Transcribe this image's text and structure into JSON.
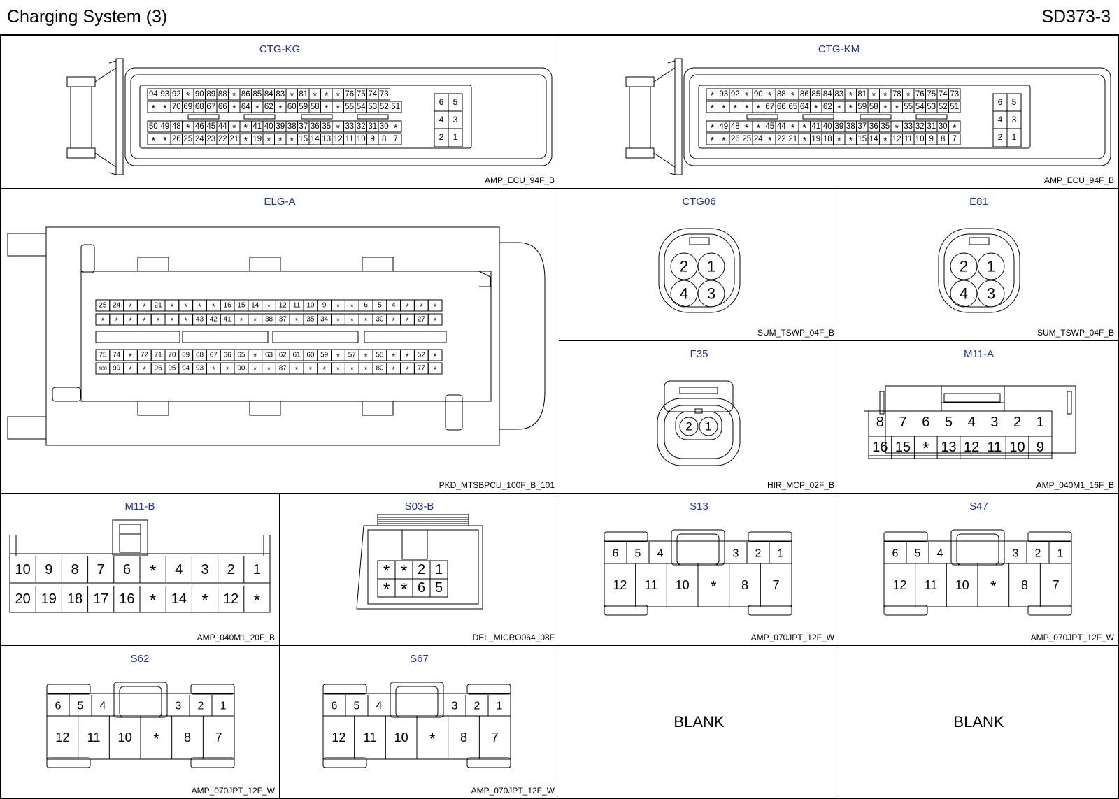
{
  "header": {
    "title": "Charging System (3)",
    "page": "SD373-3"
  },
  "panels": {
    "ctg_kg": {
      "name": "CTG-KG",
      "code": "AMP_ECU_94F_B",
      "rows": [
        [
          "94",
          "93",
          "92",
          "*",
          "90",
          "89",
          "88",
          "*",
          "86",
          "85",
          "84",
          "83",
          "*",
          "81",
          "*",
          "*",
          "*",
          "76",
          "75",
          "74",
          "73"
        ],
        [
          "*",
          "*",
          "70",
          "69",
          "68",
          "67",
          "66",
          "*",
          "64",
          "*",
          "62",
          "*",
          "60",
          "59",
          "58",
          "*",
          "*",
          "55",
          "54",
          "53",
          "52",
          "51"
        ],
        [
          "50",
          "49",
          "48",
          "*",
          "46",
          "45",
          "44",
          "*",
          "*",
          "41",
          "40",
          "39",
          "38",
          "37",
          "36",
          "35",
          "*",
          "33",
          "32",
          "31",
          "30",
          "*"
        ],
        [
          "*",
          "*",
          "26",
          "25",
          "24",
          "23",
          "22",
          "21",
          "*",
          "19",
          "*",
          "*",
          "*",
          "15",
          "14",
          "13",
          "12",
          "11",
          "10",
          "9",
          "8",
          "7"
        ]
      ],
      "side": [
        "6",
        "5",
        "4",
        "3",
        "2",
        "1"
      ]
    },
    "ctg_km": {
      "name": "CTG-KM",
      "code": "AMP_ECU_94F_B",
      "rows": [
        [
          "*",
          "93",
          "92",
          "*",
          "90",
          "*",
          "88",
          "*",
          "86",
          "85",
          "84",
          "83",
          "*",
          "81",
          "*",
          "*",
          "78",
          "*",
          "76",
          "75",
          "74",
          "73"
        ],
        [
          "*",
          "*",
          "*",
          "*",
          "*",
          "67",
          "66",
          "65",
          "64",
          "*",
          "62",
          "*",
          "*",
          "59",
          "58",
          "*",
          "*",
          "55",
          "54",
          "53",
          "52",
          "51"
        ],
        [
          "*",
          "49",
          "48",
          "*",
          "*",
          "45",
          "44",
          "*",
          "*",
          "41",
          "40",
          "39",
          "38",
          "37",
          "36",
          "35",
          "*",
          "33",
          "32",
          "31",
          "30",
          "*"
        ],
        [
          "*",
          "*",
          "26",
          "25",
          "24",
          "*",
          "22",
          "21",
          "*",
          "19",
          "18",
          "*",
          "*",
          "15",
          "14",
          "*",
          "12",
          "11",
          "10",
          "9",
          "8",
          "7"
        ]
      ],
      "side": [
        "6",
        "5",
        "4",
        "3",
        "2",
        "1"
      ]
    },
    "elg_a": {
      "name": "ELG-A",
      "code": "PKD_MTSBPCU_100F_B_101",
      "rows": [
        [
          "25",
          "24",
          "*",
          "*",
          "21",
          "*",
          "*",
          "*",
          "*",
          "16",
          "15",
          "14",
          "*",
          "12",
          "11",
          "10",
          "9",
          "*",
          "*",
          "6",
          "5",
          "4",
          "*",
          "*",
          "*"
        ],
        [
          "*",
          "*",
          "*",
          "*",
          "*",
          "*",
          "*",
          "43",
          "42",
          "41",
          "*",
          "*",
          "38",
          "37",
          "*",
          "35",
          "34",
          "*",
          "*",
          "*",
          "30",
          "*",
          "*",
          "27",
          "*"
        ],
        [
          "75",
          "74",
          "*",
          "72",
          "71",
          "70",
          "69",
          "68",
          "67",
          "66",
          "65",
          "*",
          "63",
          "62",
          "61",
          "60",
          "59",
          "*",
          "57",
          "*",
          "55",
          "*",
          "*",
          "52",
          "*"
        ],
        [
          "100",
          "99",
          "*",
          "*",
          "96",
          "95",
          "94",
          "93",
          "*",
          "*",
          "90",
          "*",
          "*",
          "87",
          "*",
          "*",
          "*",
          "*",
          "*",
          "*",
          "80",
          "*",
          "*",
          "77",
          "*"
        ]
      ]
    },
    "ctg06": {
      "name": "CTG06",
      "code": "SUM_TSWP_04F_B",
      "pins": [
        "2",
        "1",
        "4",
        "3"
      ]
    },
    "e81": {
      "name": "E81",
      "code": "SUM_TSWP_04F_B",
      "pins": [
        "2",
        "1",
        "4",
        "3"
      ]
    },
    "f35": {
      "name": "F35",
      "code": "HIR_MCP_02F_B",
      "pins": [
        "2",
        "1"
      ]
    },
    "m11_a": {
      "name": "M11-A",
      "code": "AMP_040M1_16F_B",
      "rows": [
        [
          "8",
          "7",
          "6",
          "5",
          "4",
          "3",
          "2",
          "1"
        ],
        [
          "16",
          "15",
          "*",
          "13",
          "12",
          "11",
          "10",
          "9"
        ]
      ]
    },
    "m11_b": {
      "name": "M11-B",
      "code": "AMP_040M1_20F_B",
      "rows": [
        [
          "10",
          "9",
          "8",
          "7",
          "6",
          "*",
          "4",
          "3",
          "2",
          "1"
        ],
        [
          "20",
          "19",
          "18",
          "17",
          "16",
          "*",
          "14",
          "*",
          "12",
          "*"
        ]
      ]
    },
    "s03_b": {
      "name": "S03-B",
      "code": "DEL_MICRO064_08F",
      "rows": [
        [
          "*",
          "*",
          "2",
          "1"
        ],
        [
          "*",
          "*",
          "6",
          "5"
        ]
      ]
    },
    "s13": {
      "name": "S13",
      "code": "AMP_070JPT_12F_W",
      "top": [
        "6",
        "5",
        "4",
        "3",
        "2",
        "1"
      ],
      "bottom": [
        "12",
        "11",
        "10",
        "*",
        "8",
        "7"
      ]
    },
    "s47": {
      "name": "S47",
      "code": "AMP_070JPT_12F_W",
      "top": [
        "6",
        "5",
        "4",
        "3",
        "2",
        "1"
      ],
      "bottom": [
        "12",
        "11",
        "10",
        "*",
        "8",
        "7"
      ]
    },
    "s62": {
      "name": "S62",
      "code": "AMP_070JPT_12F_W",
      "top": [
        "6",
        "5",
        "4",
        "3",
        "2",
        "1"
      ],
      "bottom": [
        "12",
        "11",
        "10",
        "*",
        "8",
        "7"
      ]
    },
    "s67": {
      "name": "S67",
      "code": "AMP_070JPT_12F_W",
      "top": [
        "6",
        "5",
        "4",
        "3",
        "2",
        "1"
      ],
      "bottom": [
        "12",
        "11",
        "10",
        "*",
        "8",
        "7"
      ]
    },
    "blank1": {
      "label": "BLANK"
    },
    "blank2": {
      "label": "BLANK"
    }
  }
}
